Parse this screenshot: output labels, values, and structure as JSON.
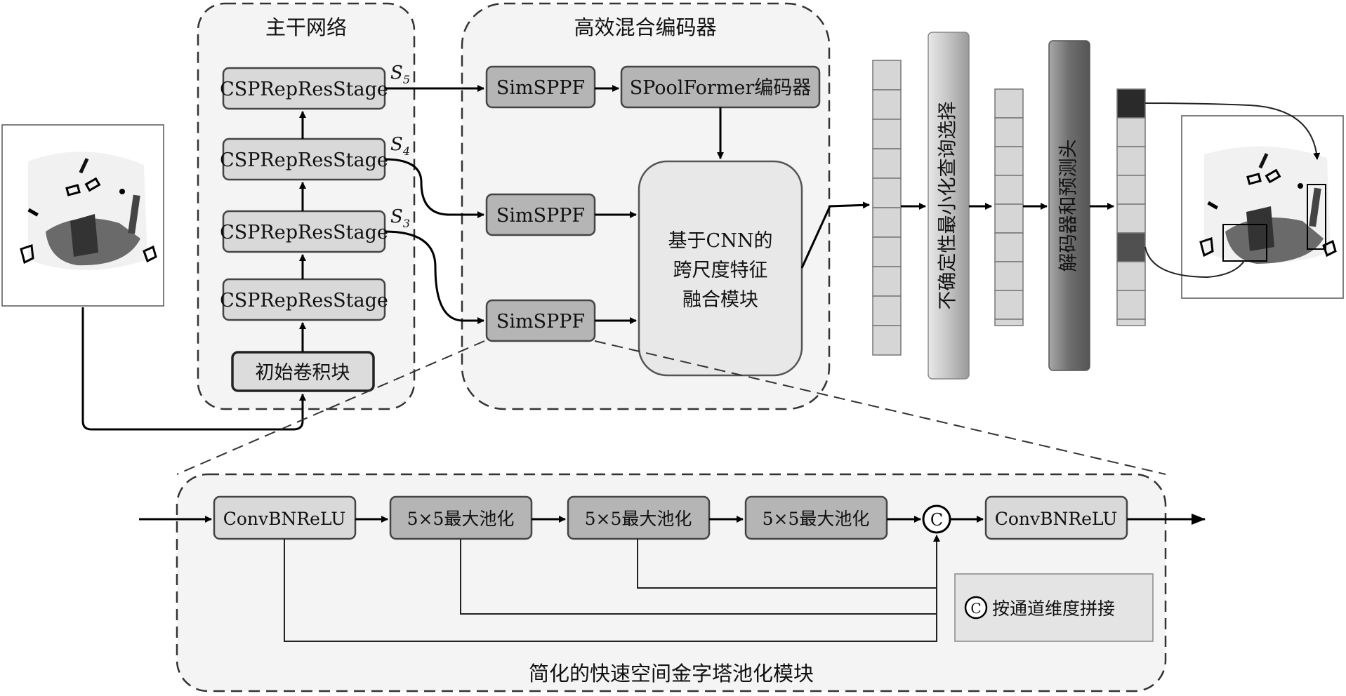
{
  "backbone": {
    "title": "主干网络",
    "stages": [
      "CSPRepResStage",
      "CSPRepResStage",
      "CSPRepResStage",
      "CSPRepResStage"
    ],
    "init_block": "初始卷积块",
    "outputs": [
      "S",
      "S",
      "S"
    ],
    "output_subscripts": [
      "5",
      "4",
      "3"
    ]
  },
  "encoder": {
    "title": "高效混合编码器",
    "simsppf": [
      "SimSPPF",
      "SimSPPF",
      "SimSPPF"
    ],
    "spoolformer": "SPoolFormer编码器",
    "ccff_lines": [
      "基于CNN的",
      "跨尺度特征",
      "融合模块"
    ]
  },
  "query_select": {
    "label": "不确定性最小化查询选择"
  },
  "decoder": {
    "label": "解码器和预测头"
  },
  "sppf_detail": {
    "title": "简化的快速空间金字塔池化模块",
    "conv_in": "ConvBNReLU",
    "pools": [
      "5×5最大池化",
      "5×5最大池化",
      "5×5最大池化"
    ],
    "concat_symbol": "C",
    "conv_out": "ConvBNReLU",
    "legend": "按通道维度拼接"
  },
  "images": {
    "input": "xray-baggage-input",
    "output": "xray-baggage-detections"
  }
}
